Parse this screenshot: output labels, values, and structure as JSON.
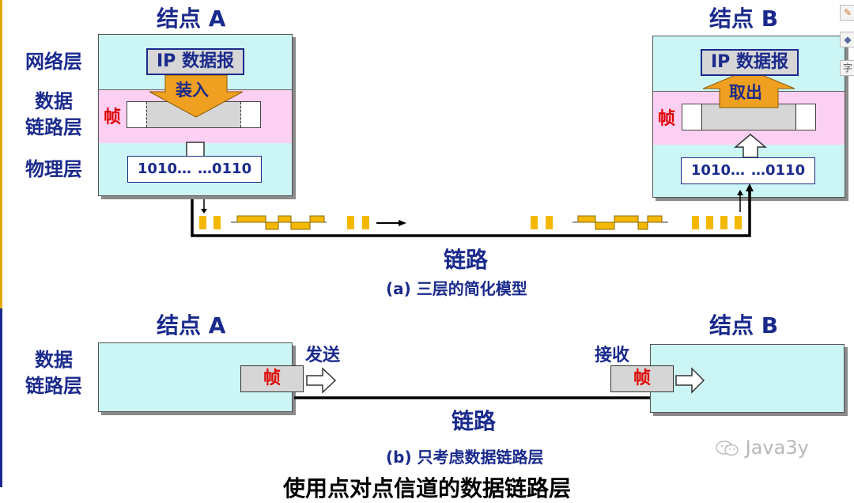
{
  "colors": {
    "text_blue": "#1a2a8c",
    "layer_cyan": "#ccf5f5",
    "layer_pink": "#fcd0f2",
    "packet_gray": "#d6d6d6",
    "arrow_orange": "#f0a020",
    "signal_yellow": "#f5b800",
    "frame_red": "#e00000"
  },
  "diagram_a": {
    "node_a_title": "结点 A",
    "node_b_title": "结点 B",
    "layer_network": "网络层",
    "layer_datalink_1": "数据",
    "layer_datalink_2": "链路层",
    "layer_physical": "物理层",
    "ip_datagram": "IP 数据报",
    "encapsulate": "装入",
    "extract": "取出",
    "frame": "帧",
    "bits_a_left": "1010…",
    "bits_a_right": "…0110",
    "bits_b_left": "1010…",
    "bits_b_right": "…0110",
    "link": "链路",
    "caption": "(a) 三层的简化模型"
  },
  "diagram_b": {
    "node_a_title": "结点 A",
    "node_b_title": "结点 B",
    "layer_datalink_1": "数据",
    "layer_datalink_2": "链路层",
    "frame": "帧",
    "send": "发送",
    "receive": "接收",
    "link": "链路",
    "caption": "(b) 只考虑数据链路层"
  },
  "footer_title": "使用点对点信道的数据链路层",
  "watermark": "Java3y",
  "side_icons": [
    "edit-icon",
    "layers-icon",
    "text-icon"
  ],
  "side_icon_glyphs": [
    "✎",
    "◆",
    "字"
  ]
}
